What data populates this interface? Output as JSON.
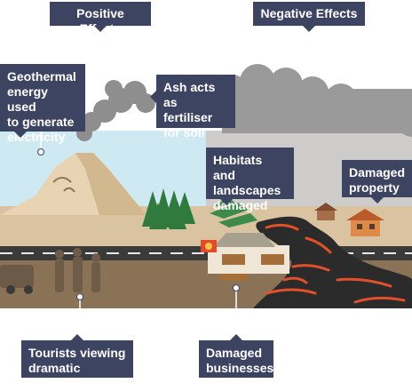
{
  "headers": {
    "positive": "Positive Effects",
    "negative": "Negative Effects"
  },
  "labels": {
    "geothermal": "Geothermal\nenergy used\nto generate\nelectricity",
    "ash": "Ash acts\nas fertiliser\nfor soil",
    "habitats": "Habitats and\nlandscapes\ndamaged",
    "property": "Damaged\nproperty",
    "tourists": "Tourists viewing\ndramatic scenery",
    "businesses": "Damaged\nbusinesses"
  },
  "colors": {
    "callout_bg": "#3d4462",
    "sky_positive": "#cfe9f2",
    "sky_negative": "#cbcbcb",
    "ground": "#d8c3a0",
    "road": "#3a3a3a",
    "lava": "#d9461b",
    "smoke": "#8a8a8a"
  }
}
